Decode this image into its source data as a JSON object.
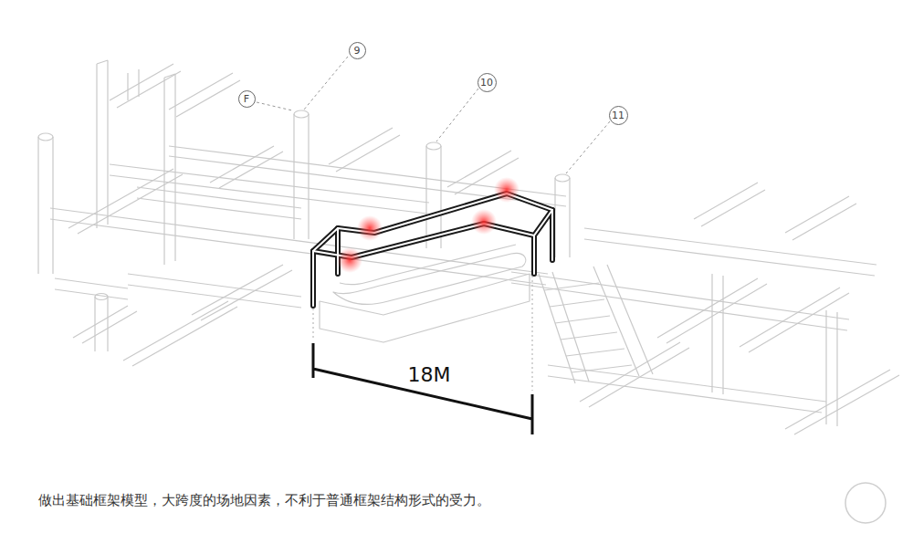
{
  "diagram": {
    "caption": "做出基础框架模型，大跨度的场地因素，不利于普通框架结构形式的受力。",
    "nodes": [
      {
        "text": [
          "F"
        ]
      },
      {
        "text": [
          "9"
        ]
      },
      {
        "text": [
          "10"
        ]
      },
      {
        "text": [
          "11"
        ]
      }
    ],
    "labels": [
      "18M"
    ]
  }
}
